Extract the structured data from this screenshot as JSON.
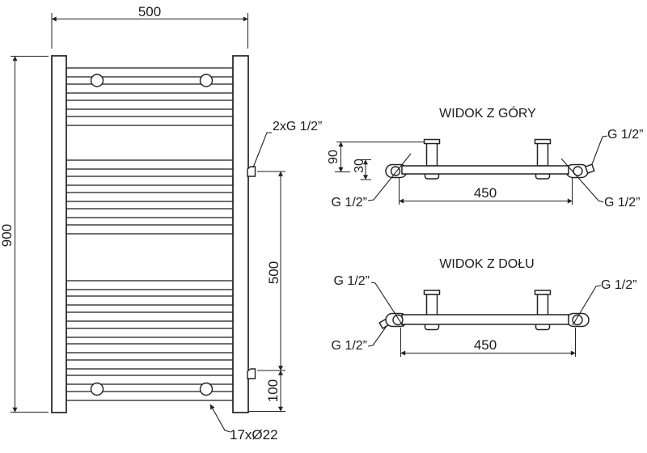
{
  "meta": {
    "background": "#ffffff",
    "line_color": "#222222"
  },
  "front_view": {
    "dim_width": "500",
    "dim_height": "900",
    "dim_conn_spacing": "500",
    "dim_bottom_offset": "100",
    "label_connections": "2xG 1/2”",
    "label_tubes": "17xØ22"
  },
  "top_view": {
    "title": "WIDOK Z GÓRY",
    "dim_span": "450",
    "dim_depth": "90",
    "dim_offset": "30",
    "label_conn_top_right": "G 1/2”",
    "label_conn_bottom_left": "G 1/2”",
    "label_conn_bottom_right": "G 1/2”"
  },
  "bottom_view": {
    "title": "WIDOK Z DOŁU",
    "dim_span": "450",
    "label_conn_top_left": "G 1/2”",
    "label_conn_bottom_left": "G 1/2”",
    "label_conn_top_right": "G 1/2”"
  }
}
